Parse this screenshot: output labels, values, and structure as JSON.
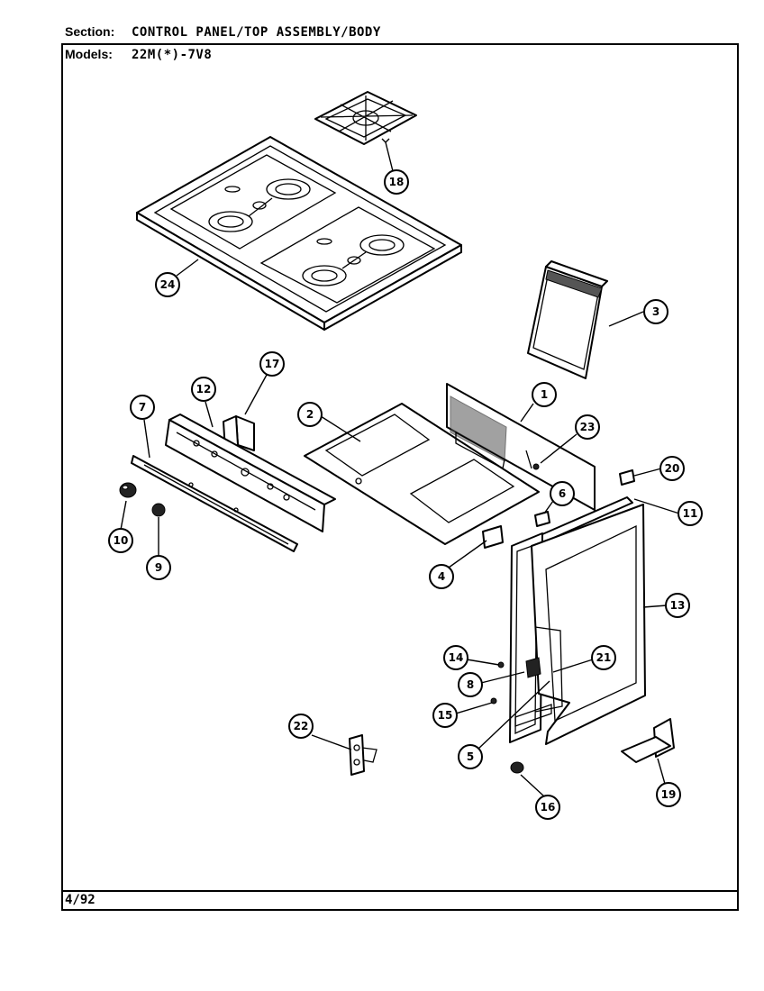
{
  "header": {
    "section_label": "Section:",
    "section_value": "CONTROL PANEL/TOP ASSEMBLY/BODY",
    "models_label": "Models:",
    "models_value": "22M(*)-7V8"
  },
  "footer": {
    "date": "4/92"
  },
  "callouts": [
    "18",
    "24",
    "3",
    "17",
    "12",
    "7",
    "2",
    "1",
    "23",
    "20",
    "6",
    "11",
    "10",
    "9",
    "4",
    "13",
    "14",
    "8",
    "21",
    "15",
    "22",
    "5",
    "16",
    "19"
  ]
}
